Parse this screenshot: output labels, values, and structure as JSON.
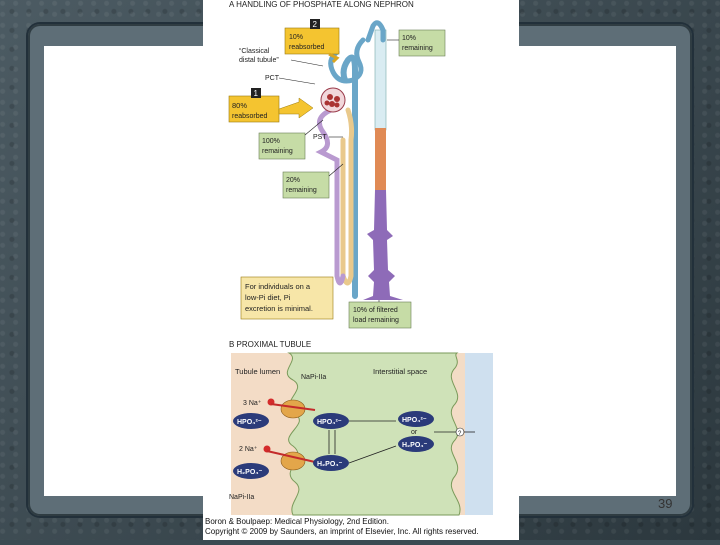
{
  "slide": {
    "page_number": "39",
    "caption_line1": "Boron & Boulpaep: Medical Physiology, 2nd Edition.",
    "caption_line2": "Copyright © 2009 by Saunders, an imprint of Elsevier, Inc. All rights reserved."
  },
  "panel_a": {
    "title": "A   HANDLING OF PHOSPHATE ALONG NEPHRON",
    "classical_line1": "“Classical",
    "classical_line2": "distal tubule”",
    "pct_label_top": "PCT",
    "pst_label": "PST",
    "step2_number": "2",
    "step2_line1": "10%",
    "step2_line2": "reabsorbed",
    "step1_number": "1",
    "step1_line1": "80%",
    "step1_line2": "reabsorbed",
    "remaining_top_line1": "10%",
    "remaining_top_line2": "remaining",
    "remaining_100_line1": "100%",
    "remaining_100_line2": "remaining",
    "remaining_20_line1": "20%",
    "remaining_20_line2": "remaining",
    "note_line1": "For individuals on a",
    "note_line2": "low-Pi diet, Pi",
    "note_line3": "excretion is minimal.",
    "final_line1": "10% of filtered",
    "final_line2": "load remaining"
  },
  "panel_b": {
    "title": "B   PROXIMAL TUBULE",
    "lumen_label": "Tubule lumen",
    "interstitial_label": "Interstitial space",
    "napi_top": "NaPi-IIa",
    "napi_bottom": "NaPi-IIa",
    "na3": "3 Na⁺",
    "na2": "2 Na⁺",
    "hpo4_left": "HPO₄²⁻",
    "hpo4_mid": "HPO₄²⁻",
    "hpo4_right": "HPO₄²⁻",
    "h2po4_left": "H₂PO₄⁻",
    "h2po4_mid": "H₂PO₄⁻",
    "h2po4_right": "H₂PO₄⁻",
    "or_label": "or",
    "question": "?"
  },
  "colors": {
    "box_yellow": "#f4c430",
    "box_green": "#c6dca6",
    "tubule_blue": "#6aa6c8",
    "tubule_purple": "#b99ad0",
    "duct_orange": "#e08a55",
    "duct_purple": "#8e6bb8",
    "cell_green": "#cfe2b8",
    "lumen_peach": "#f3dcc6",
    "interstitium_blue": "#cfe0ef",
    "ion_navy": "#2b3b7a",
    "na_red": "#d42b2b"
  }
}
